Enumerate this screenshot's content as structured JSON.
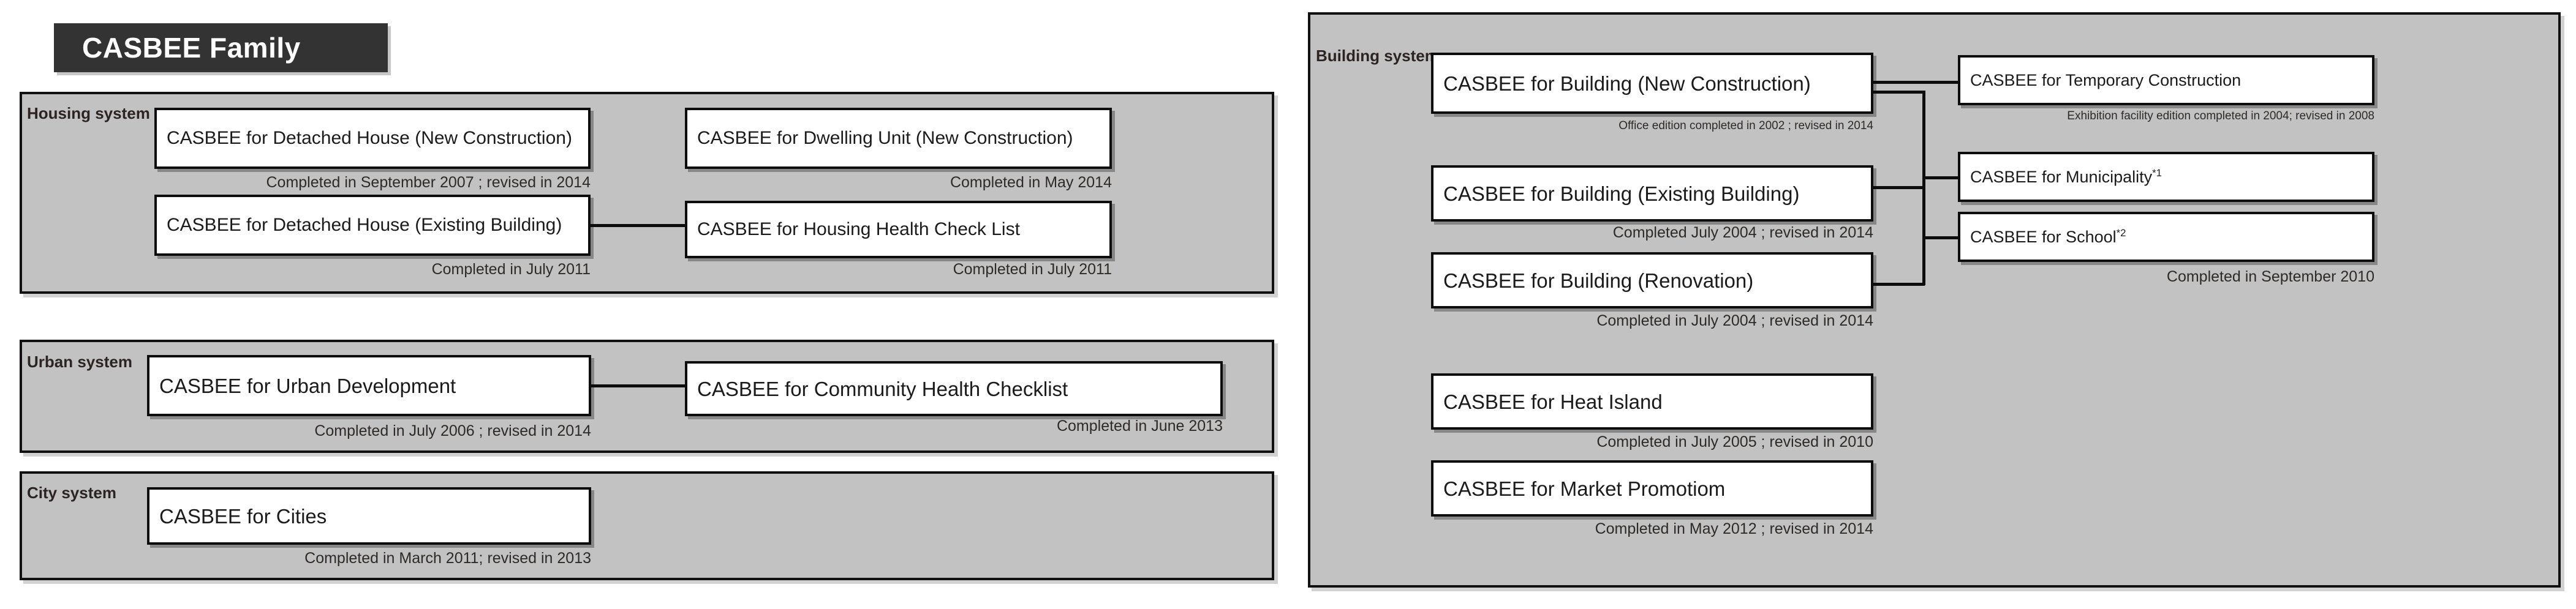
{
  "title": {
    "text": "CASBEE Family"
  },
  "groups": {
    "housing": {
      "label": "Housing system",
      "items": [
        {
          "name": "CASBEE for Detached House (New Construction)",
          "caption": "Completed in September 2007 ; revised in 2014"
        },
        {
          "name": "CASBEE for Dwelling Unit (New Construction)",
          "caption": "Completed in May 2014"
        },
        {
          "name": "CASBEE for Detached House (Existing Building)",
          "caption": "Completed in July 2011"
        },
        {
          "name": "CASBEE for Housing Health Check List",
          "caption": "Completed in July 2011"
        }
      ]
    },
    "urban": {
      "label": "Urban system",
      "items": [
        {
          "name": "CASBEE for Urban Development",
          "caption": "Completed in July 2006 ; revised in 2014"
        },
        {
          "name": "CASBEE for Community Health Checklist",
          "caption": "Completed in June 2013"
        }
      ]
    },
    "city": {
      "label": "City system",
      "items": [
        {
          "name": "CASBEE for Cities",
          "caption": "Completed in March 2011; revised in 2013"
        }
      ]
    },
    "building": {
      "label": "Building system",
      "items": [
        {
          "name": "CASBEE for Building (New Construction)",
          "caption": "Office edition completed in 2002 ; revised in 2014"
        },
        {
          "name": "CASBEE for Building (Existing Building)",
          "caption": "Completed July 2004 ; revised in 2014"
        },
        {
          "name": "CASBEE for Building (Renovation)",
          "caption": "Completed in July 2004 ; revised in 2014"
        },
        {
          "name": "CASBEE for Heat Island",
          "caption": "Completed in July 2005 ; revised in 2010"
        },
        {
          "name": "CASBEE for Market Promotiom",
          "caption": "Completed in May 2012 ; revised in 2014"
        },
        {
          "name": "CASBEE for Temporary Construction",
          "caption": "Exhibition facility edition completed in 2004; revised in 2008"
        },
        {
          "name_base": "CASBEE for Municipality",
          "sup": "*1",
          "caption": ""
        },
        {
          "name_base": "CASBEE for School",
          "sup": "*2",
          "caption": "Completed in September 2010"
        }
      ]
    }
  },
  "colors": {
    "panel_fill": "#c2c2c2",
    "box_fill": "#ffffff",
    "border": "#0d0d0d",
    "banner_fill": "#333333",
    "banner_text": "#ffffff",
    "caption_text": "#2e2a28"
  }
}
